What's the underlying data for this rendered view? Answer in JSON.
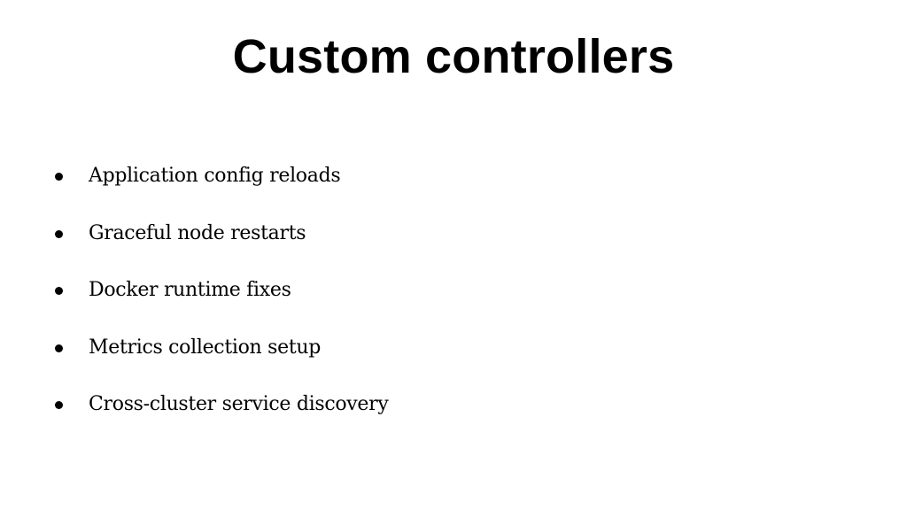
{
  "slide": {
    "title": "Custom controllers",
    "bullets": [
      "Application config reloads",
      "Graceful node restarts",
      "Docker runtime fixes",
      "Metrics collection setup",
      "Cross-cluster service discovery"
    ]
  },
  "colors": {
    "background": "#ffffff",
    "text": "#000000"
  }
}
